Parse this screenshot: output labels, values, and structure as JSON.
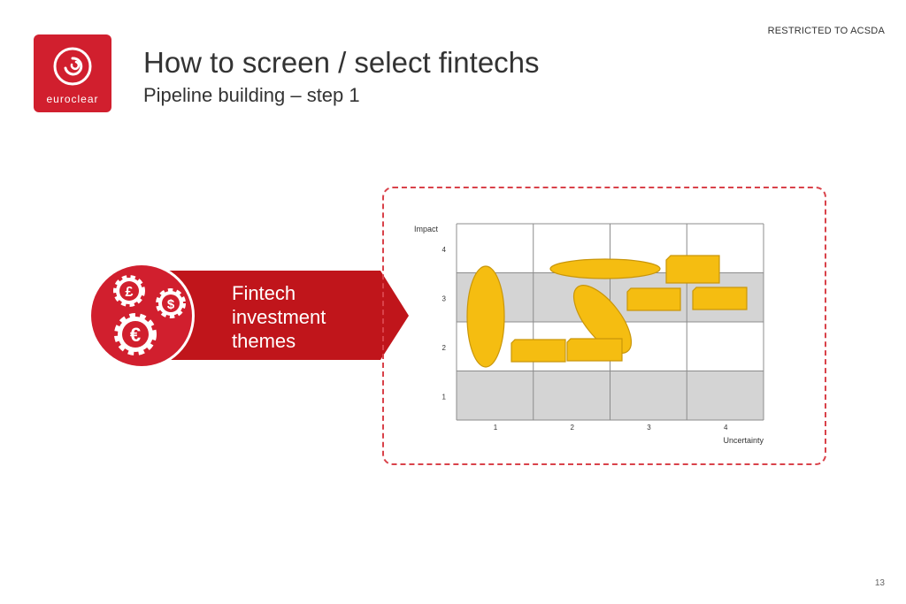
{
  "header": {
    "classification": "RESTRICTED TO ACSDA",
    "title": "How to screen / select fintechs",
    "subtitle": "Pipeline building – step 1"
  },
  "logo": {
    "word": "euroclear"
  },
  "theme": {
    "label_lines": [
      "Fintech",
      "investment",
      "themes"
    ],
    "icons": [
      "pound-gear-icon",
      "dollar-gear-icon",
      "euro-gear-icon"
    ],
    "gear_symbols": [
      "£",
      "$",
      "€"
    ]
  },
  "chart_data": {
    "type": "diagram-matrix",
    "xlabel": "Uncertainty",
    "ylabel": "Impact",
    "x_ticks": [
      "1",
      "2",
      "3",
      "4"
    ],
    "y_ticks": [
      "4",
      "3",
      "2",
      "1"
    ],
    "rows": 4,
    "cols": 4,
    "shaded_rows": [
      "3",
      "1"
    ]
  },
  "colors": {
    "brand_red": "#d11f2e",
    "arrow_red": "#c0151b",
    "dashed_border": "#d9424a",
    "shape_fill": "#f5bd11",
    "shape_stroke": "#c9960a",
    "grid_shade": "#d4d4d4"
  },
  "page": {
    "number": "13"
  }
}
